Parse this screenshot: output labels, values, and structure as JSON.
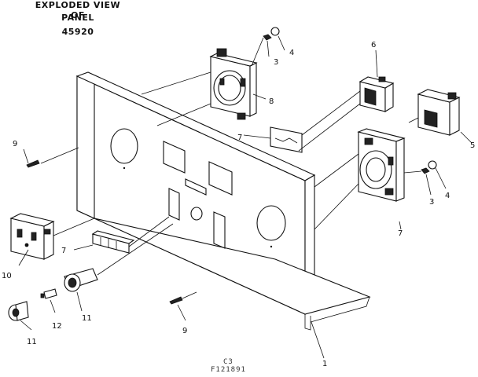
{
  "title": {
    "line1": "EXPLODED VIEW OF",
    "line2": "PANEL",
    "line3": "45920"
  },
  "callouts": {
    "c1": "1",
    "c3a": "3",
    "c3b": "3",
    "c4a": "4",
    "c4b": "4",
    "c5": "5",
    "c6": "6",
    "c7a": "7",
    "c7b": "7",
    "c7c": "7",
    "c8": "8",
    "c9a": "9",
    "c9b": "9",
    "c10": "10",
    "c11a": "11",
    "c11b": "11",
    "c12": "12"
  },
  "footer": {
    "code1": "C3",
    "code2": "F121891"
  }
}
